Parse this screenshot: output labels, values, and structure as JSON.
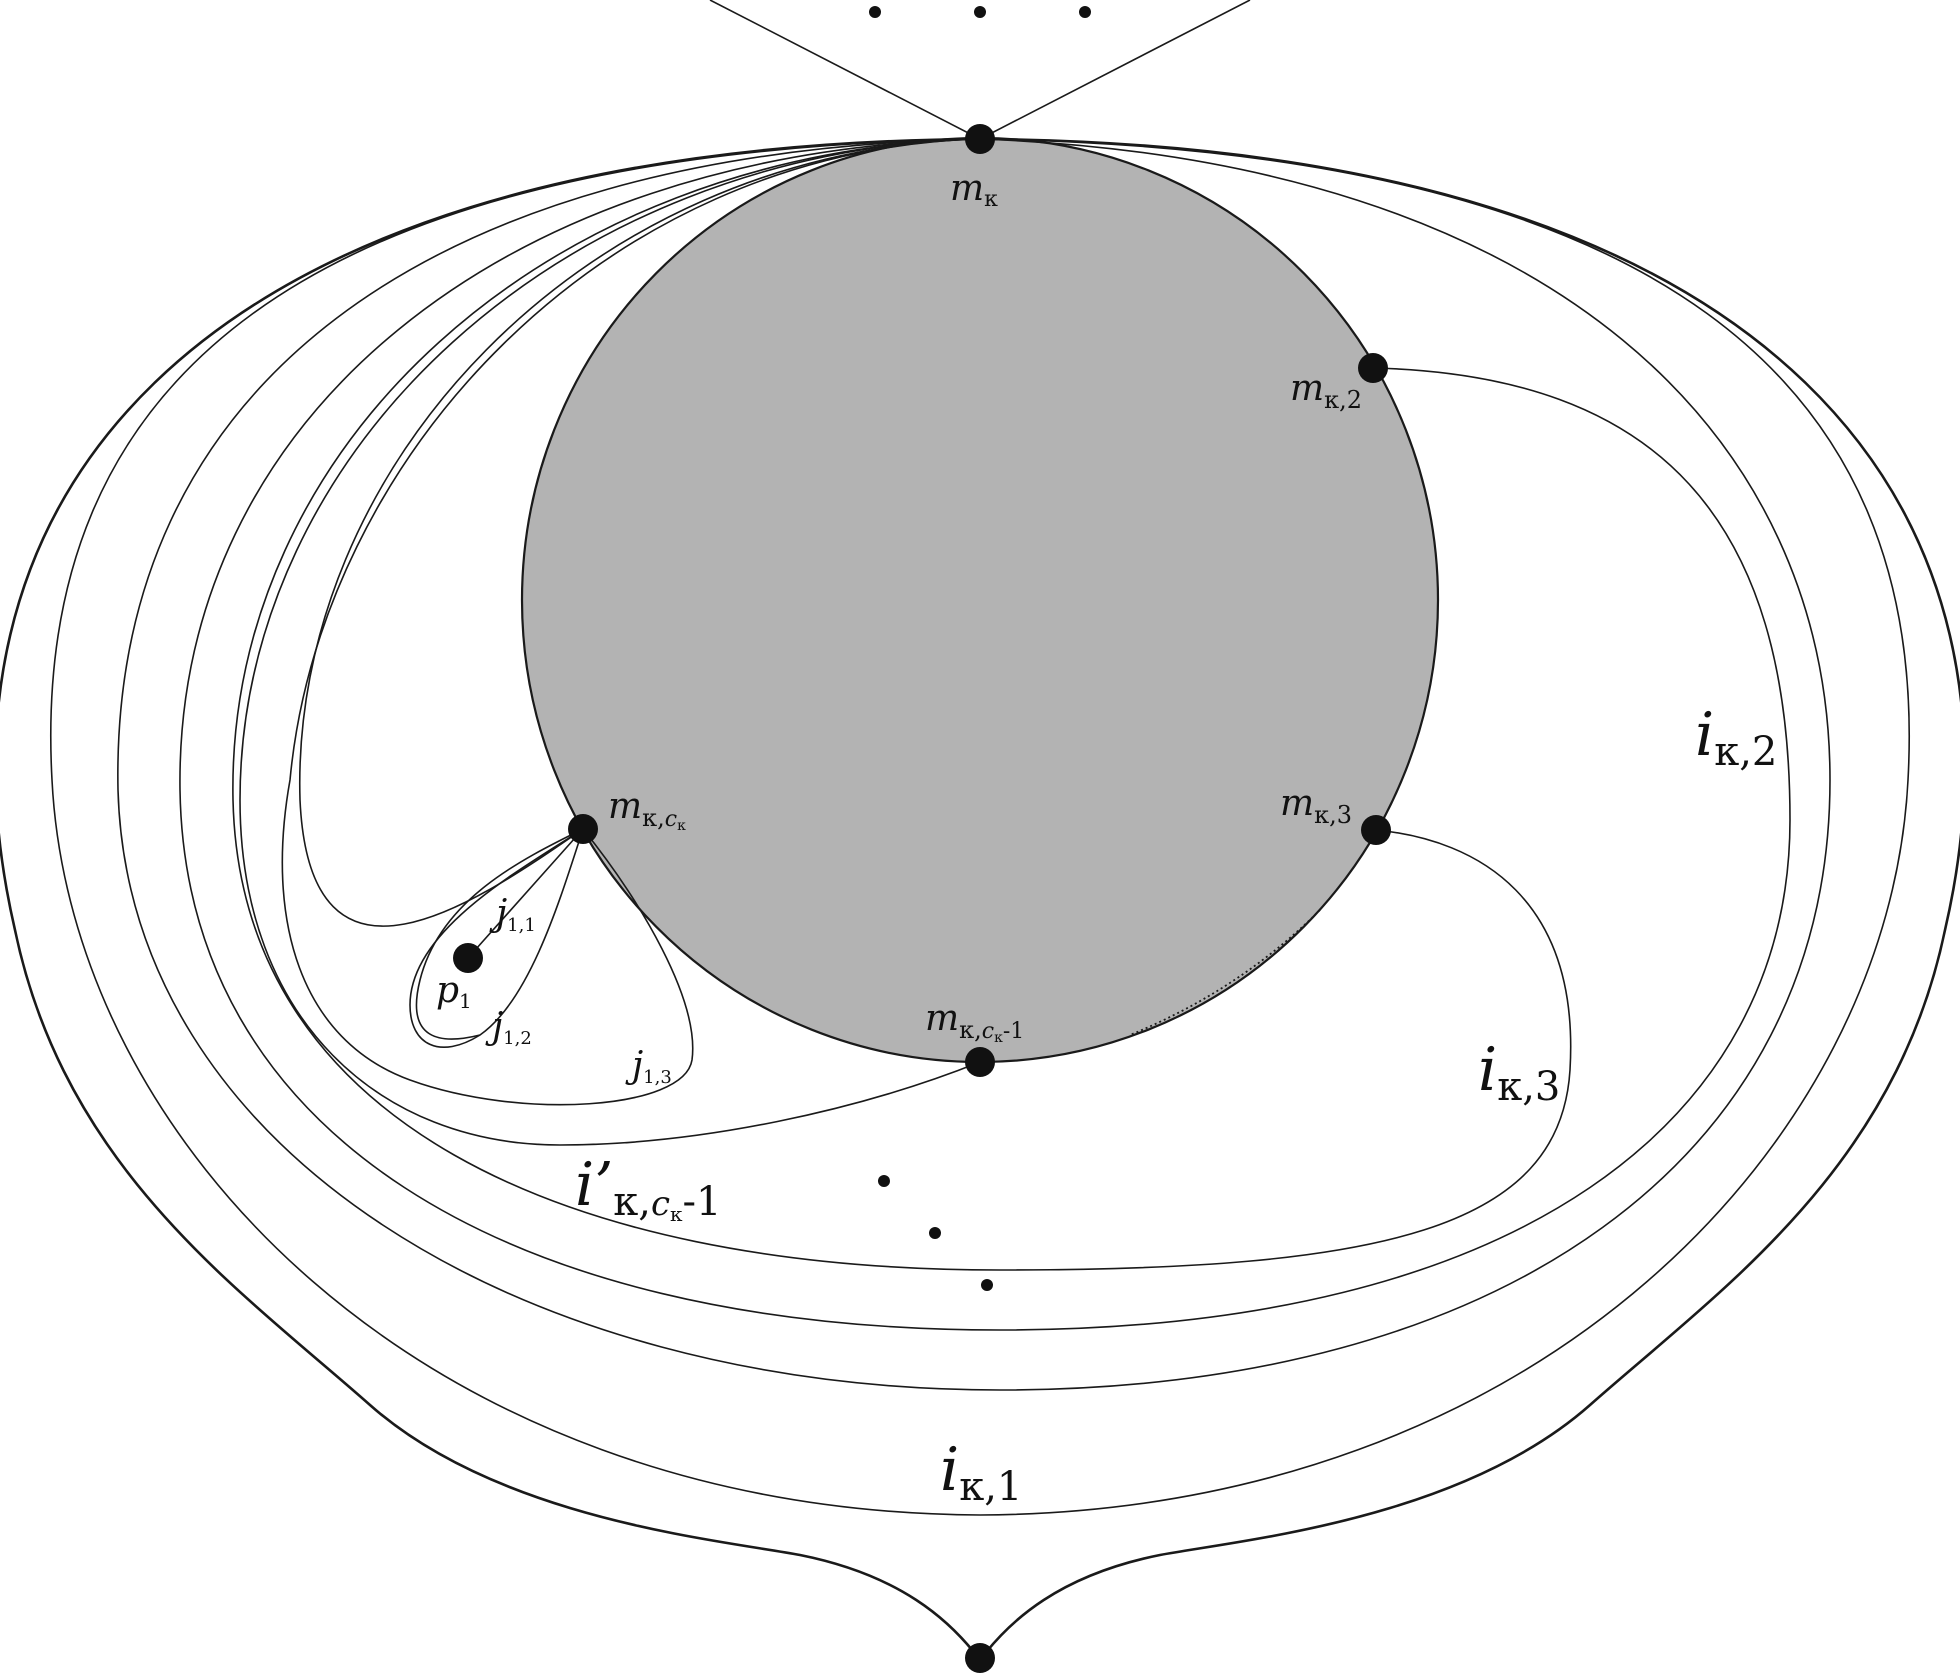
{
  "colors": {
    "disk_fill": "#b3b3b3",
    "line": "#1a1a1a",
    "vertex": "#111111",
    "background": "#ffffff"
  },
  "labels": {
    "m_kappa": {
      "base": "m",
      "sub": "κ"
    },
    "m_kappa_2": {
      "base": "m",
      "sub": "κ,2"
    },
    "m_kappa_3": {
      "base": "m",
      "sub": "κ,3"
    },
    "m_kappa_ck": {
      "base": "m",
      "sub": "κ,",
      "subsub": "c",
      "subsubsub": "κ"
    },
    "m_kappa_ck_1": {
      "base": "m",
      "sub": "κ,",
      "subsub": "c",
      "subsubsub": "κ",
      "tail": "-1"
    },
    "p_1": {
      "base": "p",
      "sub": "1"
    },
    "j_11": {
      "base": "j",
      "sub": "1,1"
    },
    "j_12": {
      "base": "j",
      "sub": "1,2"
    },
    "j_13": {
      "base": "j",
      "sub": "1,3"
    },
    "i_kappa_1": {
      "base": "i",
      "sub": "κ,1"
    },
    "i_kappa_2": {
      "base": "i",
      "sub": "κ,2"
    },
    "i_kappa_3": {
      "base": "i",
      "sub": "κ,3"
    },
    "i_prime_kappa": {
      "base": "i’",
      "sub": "κ,",
      "subsub": "c",
      "subsubsub": "κ",
      "tail": "-1"
    }
  }
}
